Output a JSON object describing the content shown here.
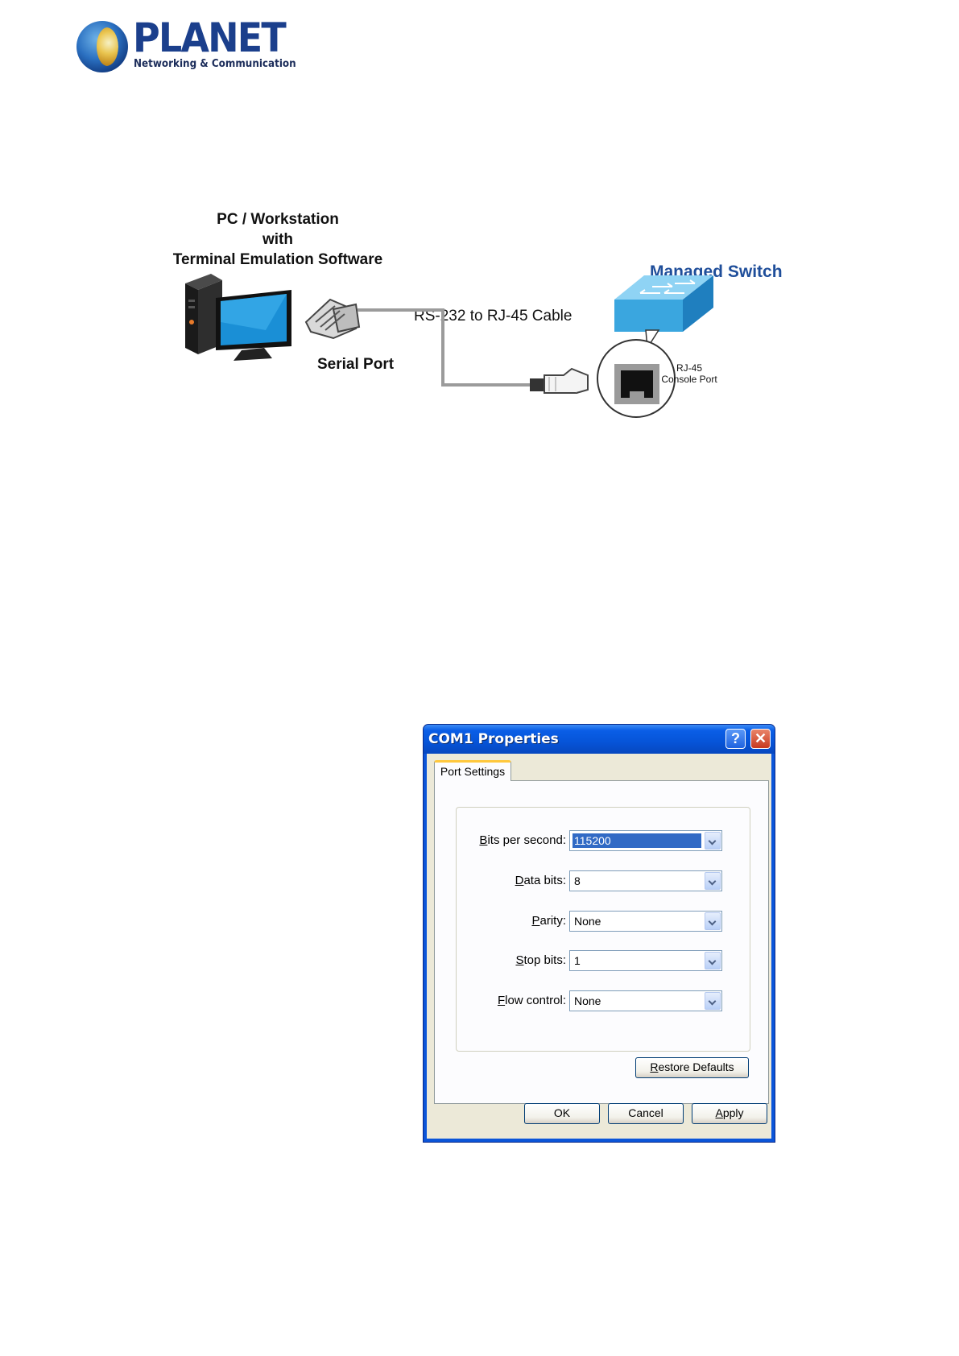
{
  "logo": {
    "name": "PLANET",
    "tagline": "Networking & Communication"
  },
  "diagram": {
    "pc_title_lines": [
      "PC / Workstation",
      "with",
      "Terminal Emulation Software"
    ],
    "serial_port": "Serial Port",
    "cable": "RS-232 to RJ-45 Cable",
    "switch": "Managed Switch",
    "console_port_lines": [
      "RJ-45",
      "Console Port"
    ]
  },
  "dialog": {
    "title": "COM1 Properties",
    "help_glyph": "?",
    "close_glyph": "✕",
    "tab": "Port Settings",
    "fields": [
      {
        "accel": "B",
        "rest": "its per second:",
        "value": "115200",
        "selected": true
      },
      {
        "accel": "D",
        "rest": "ata bits:",
        "value": "8",
        "selected": false
      },
      {
        "accel": "P",
        "rest": "arity:",
        "value": "None",
        "selected": false
      },
      {
        "accel": "S",
        "rest": "top bits:",
        "value": "1",
        "selected": false
      },
      {
        "accel": "F",
        "rest": "low control:",
        "value": "None",
        "selected": false
      }
    ],
    "restore": {
      "accel": "R",
      "rest": "estore Defaults"
    },
    "ok": "OK",
    "cancel": "Cancel",
    "apply": {
      "accel": "A",
      "rest": "pply"
    }
  }
}
